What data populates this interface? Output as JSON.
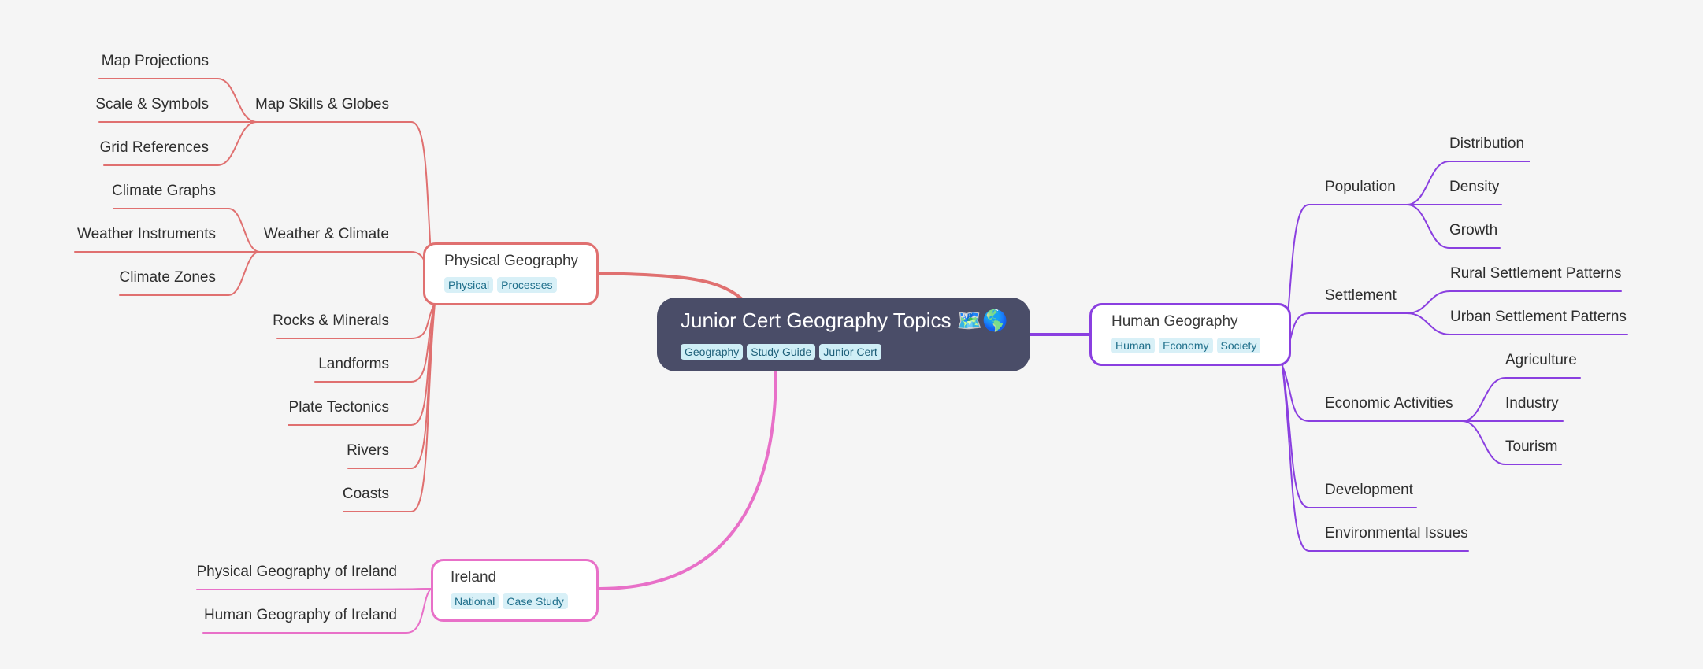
{
  "root": {
    "title": "Junior Cert Geography Topics 🗺️🌎",
    "tags": [
      "Geography",
      "Study Guide",
      "Junior Cert"
    ]
  },
  "branches": {
    "physical": {
      "title": "Physical Geography",
      "tags": [
        "Physical",
        "Processes"
      ],
      "color": "#e07070",
      "children": [
        "Map Skills & Globes",
        "Weather & Climate",
        "Rocks & Minerals",
        "Landforms",
        "Plate Tectonics",
        "Rivers",
        "Coasts"
      ],
      "map_skills": [
        "Map Projections",
        "Scale & Symbols",
        "Grid References"
      ],
      "weather": [
        "Climate Graphs",
        "Weather Instruments",
        "Climate Zones"
      ]
    },
    "ireland": {
      "title": "Ireland",
      "tags": [
        "National",
        "Case Study"
      ],
      "color": "#e870c8",
      "children": [
        "Physical Geography of Ireland",
        "Human Geography of Ireland"
      ]
    },
    "human": {
      "title": "Human Geography",
      "tags": [
        "Human",
        "Economy",
        "Society"
      ],
      "color": "#8a3fe0",
      "children": [
        "Population",
        "Settlement",
        "Economic Activities",
        "Development",
        "Environmental Issues"
      ],
      "population": [
        "Distribution",
        "Density",
        "Growth"
      ],
      "settlement": [
        "Rural Settlement Patterns",
        "Urban Settlement Patterns"
      ],
      "economic": [
        "Agriculture",
        "Industry",
        "Tourism"
      ]
    }
  }
}
